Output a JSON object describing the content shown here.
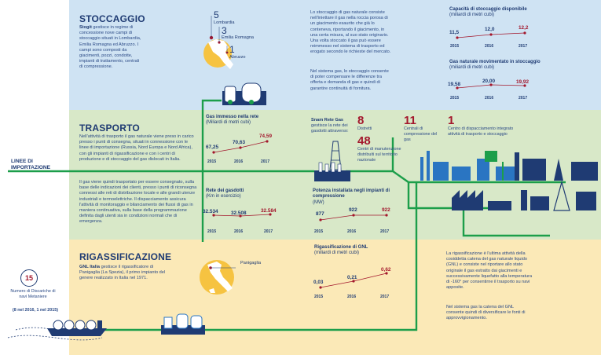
{
  "stoccaggio": {
    "title": "STOCCAGGIO",
    "intro_bold": "Stogit",
    "intro_text": " gestisce in regime di concessione nove campi di stoccaggio situati in Lombardia, Emilia Romagna ed Abruzzo. I campi sono composti da giacimenti, pozzi, condotte, impianti di trattamento, centrali di compressione.",
    "map": [
      {
        "num": "5",
        "label": "Lombardia"
      },
      {
        "num": "3",
        "label": "Emilia Romagna"
      },
      {
        "num": "1",
        "label": "Abruzzo"
      }
    ],
    "desc_1": "Lo stoccaggio di gas naturale consiste nell'iniettare il gas nella roccia porosa di un giacimento esaurito che già lo conteneva, riportando il giacimento, in una certa misura, al suo stato originario. Una volta stoccato il gas può essere reimmesso nel sistema di trasporto ed erogato secondo le richieste del mercato.",
    "desc_2": "Nel sistema gas, lo stoccaggio consente di poter compensare le differenze tra offerta e domanda di gas e quindi di garantire continuità di fornitura.",
    "kpi_capacita": {
      "title": "Capacità di stoccaggio disponibile",
      "unit": "(miliardi di metri cubi)",
      "values": [
        "11,5",
        "12,0",
        "12,2"
      ],
      "years": [
        "2015",
        "2016",
        "2017"
      ]
    },
    "kpi_movimentato": {
      "title": "Gas naturale movimentato in stoccaggio",
      "unit": "(miliardi di metri cubi)",
      "values": [
        "19,58",
        "20,00",
        "19,92"
      ],
      "years": [
        "2015",
        "2016",
        "2017"
      ]
    }
  },
  "linee_importazione": "LINEE DI IMPORTAZIONE",
  "trasporto": {
    "title": "TRASPORTO",
    "desc_1": "Nell'attività di trasporto il gas naturale viene preso in carico presso i punti di consegna, situati in connessione con le linee di importazione (Russia, Nord Europa e Nord Africa), con gli impianti di rigassificazione e con i centri di produzione e di stoccaggio del gas dislocati in Italia.",
    "desc_2": "Il gas viene quindi trasportato per essere consegnato, sulla base delle indicazioni dei clienti, presso i punti di riconsegna connessi alle reti di distribuzione locale e alle grandi utenze industriali e termoelettriche. Il dispacciamento assicura l'attività di monitoraggio e bilanciamento dei flussi di gas in maniera continuativa, sulla base della programmazione definita dagli utenti sia in condizioni normali che di emergenza.",
    "kpi_immesso": {
      "title": "Gas immesso nella rete",
      "unit": "(Miliardi di metri cubi)",
      "values": [
        "67,25",
        "70,63",
        "74,59"
      ],
      "years": [
        "2015",
        "2016",
        "2017"
      ]
    },
    "kpi_rete": {
      "title": "Rete dei gasdotti",
      "unit": "(Km in esercizio)",
      "values": [
        "32.534",
        "32.508",
        "32.584"
      ],
      "years": [
        "2015",
        "2016",
        "2017"
      ]
    },
    "snam_bold": "Snam Rete Gas",
    "snam_text": " gestisce la rete dei gasdotti attraverso:",
    "stats": [
      {
        "num": "8",
        "label": "Distretti"
      },
      {
        "num": "48",
        "label": "Centri di manutenzione distribuiti sul territorio nazionale"
      },
      {
        "num": "11",
        "label": "Centrali di compressione del gas"
      },
      {
        "num": "1",
        "label": "Centro di dispacciamento integrato attività di trasporto e stoccaggio"
      }
    ],
    "kpi_potenza": {
      "title": "Potenza installata negli impianti di compressione",
      "unit": "(MW)",
      "values": [
        "877",
        "922",
        "922"
      ],
      "years": [
        "2015",
        "2016",
        "2017"
      ]
    }
  },
  "rigassificazione": {
    "title": "RIGASSIFICAZIONE",
    "intro_bold": "GNL Italia",
    "intro_text": " gestisce il rigassificatore di Panigaglia (La Spezia), il primo impianto del genere realizzato in Italia nel 1971.",
    "map_label": "Panigaglia",
    "kpi_gnl": {
      "title": "Rigassificazione di GNL",
      "unit": "(miliardi di metri cubi)",
      "values": [
        "0,03",
        "0,21",
        "0,62"
      ],
      "years": [
        "2015",
        "2016",
        "2017"
      ]
    },
    "desc_1": "La rigassificazione è l'ultima attività della cosiddetta catena del gas naturale liquido (GNL) e consiste nel riportare allo stato originale il gas estratto dai giacimenti e successivamente liquefatto alla temperatura di -160° per consentirne il trasporto su navi apposite.",
    "desc_2": "Nel sistema gas la catena del GNL consente quindi di diversificare le fonti di approvvigionamento.",
    "discharges": {
      "num": "15",
      "label": "Numero di Discariche di navi Metaniere",
      "note_1": "8",
      "note_1_text": " nel 2016, ",
      "note_2": "1",
      "note_2_text": " nel 2015)"
    }
  },
  "colors": {
    "accent_green": "#1c9e4a",
    "accent_red": "#a3172c",
    "navy": "#1f3b73",
    "band_blue": "#cfe3f3",
    "band_green": "#d8e8c8",
    "band_yellow": "#fbe9b7"
  }
}
